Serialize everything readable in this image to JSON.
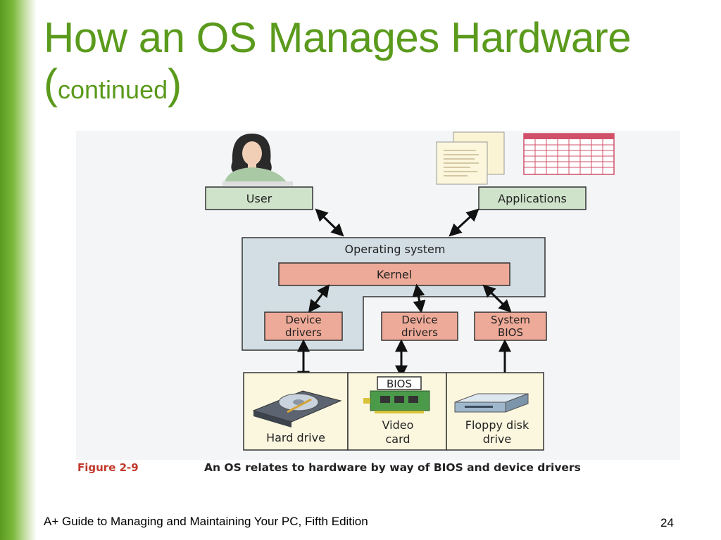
{
  "slide": {
    "title": "How an OS Manages Hardware",
    "title_paren_open": "(",
    "title_subtitle": "continued",
    "title_paren_close": ")",
    "footer_text": "A+ Guide to Managing and Maintaining Your PC, Fifth Edition",
    "page_number": "24"
  },
  "diagram": {
    "user_label": "User",
    "applications_label": "Applications",
    "os_label": "Operating system",
    "kernel_label": "Kernel",
    "device_drivers_1": [
      "Device",
      "drivers"
    ],
    "device_drivers_2": [
      "Device",
      "drivers"
    ],
    "system_bios": [
      "System",
      "BIOS"
    ],
    "bios_chip_label": "BIOS",
    "hard_drive_label": "Hard drive",
    "video_card_label": [
      "Video",
      "card"
    ],
    "floppy_label": [
      "Floppy disk",
      "drive"
    ]
  },
  "caption": {
    "figure_label": "Figure 2-9",
    "text": "An OS relates to hardware by way of BIOS and device drivers"
  },
  "colors": {
    "title_green": "#5a9a1c",
    "box_green": "#cfe3cb",
    "os_blue": "#d3dee4",
    "kernel_salmon": "#eeaa98",
    "hardware_cream": "#fbf7df",
    "figure_red": "#c0392b"
  }
}
